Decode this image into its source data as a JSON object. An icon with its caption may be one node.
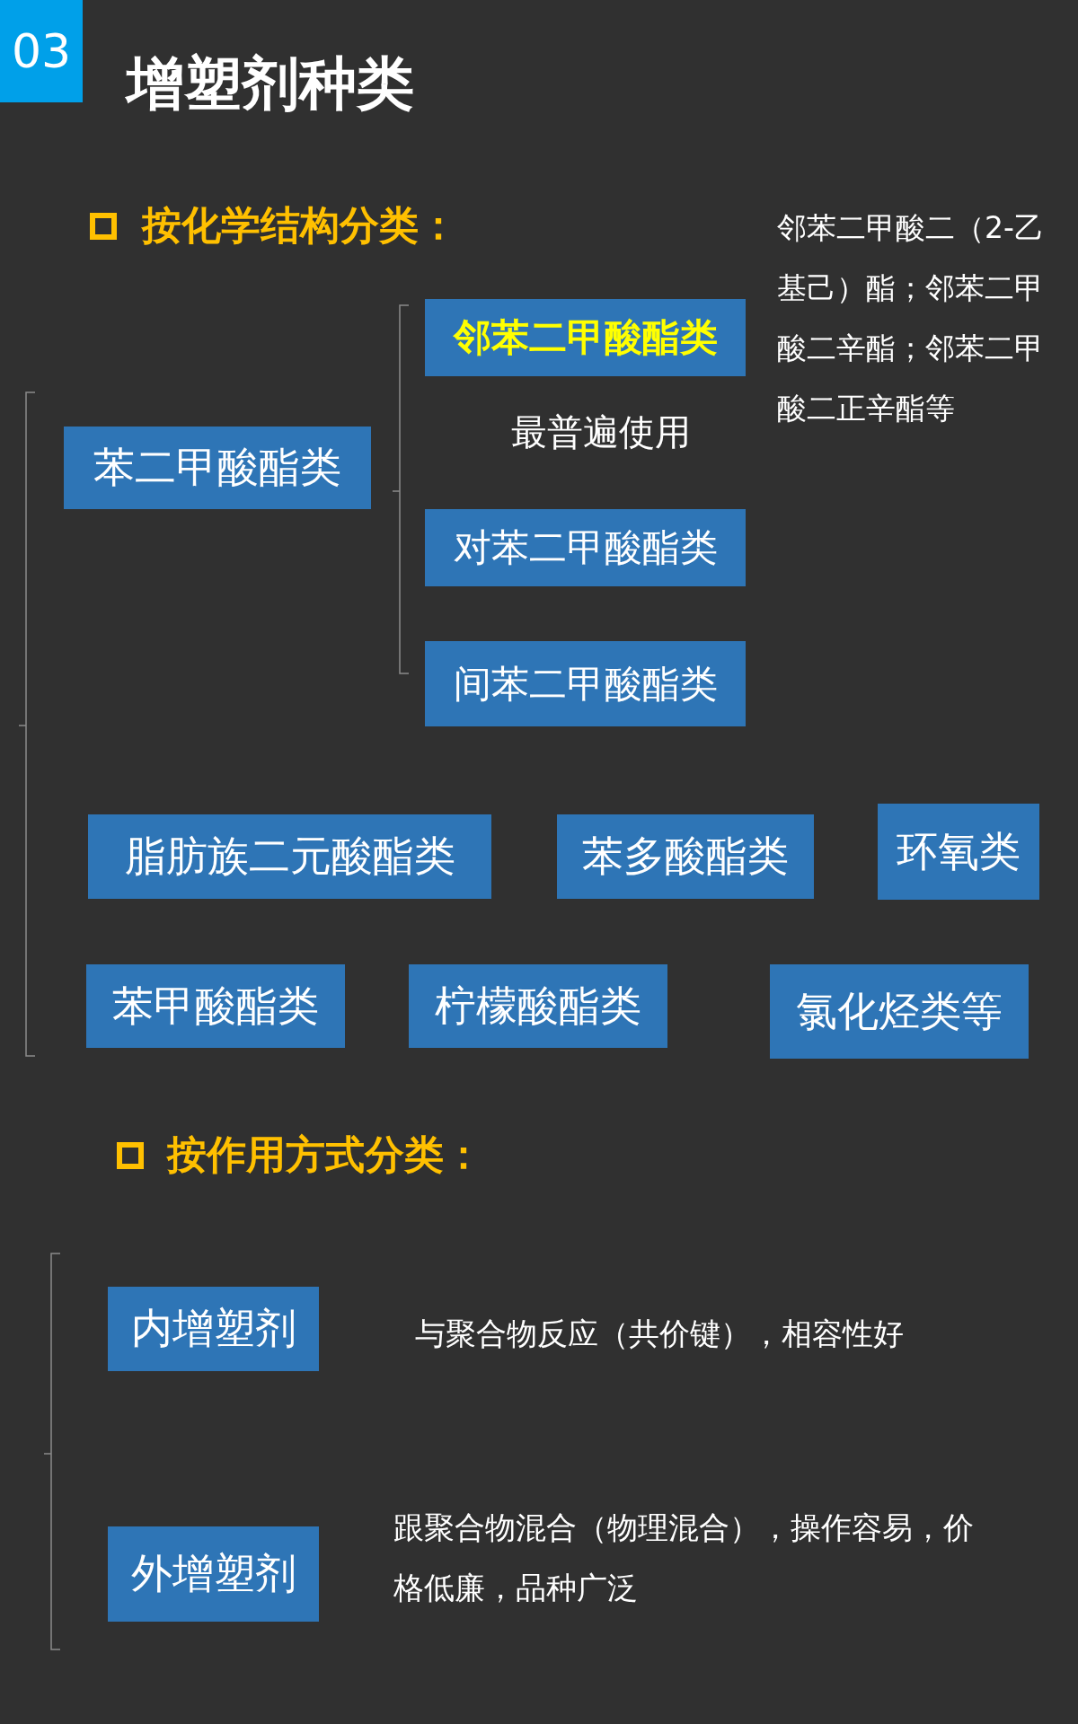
{
  "diagram": {
    "title": "增塑剂种类",
    "nodes": [
      {
        "text": [
          "苯二甲酸酯类"
        ]
      },
      {
        "text": [
          "邻苯二甲酸酯类"
        ],
        "beside": [
          "最普遍使用"
        ]
      },
      {
        "text": [
          "对苯二甲酸酯类"
        ]
      },
      {
        "text": [
          "间苯二甲酸酯类"
        ]
      },
      {
        "text": [
          "脂肪族二元酸酯类"
        ]
      },
      {
        "text": [
          "苯多酸酯类"
        ]
      },
      {
        "text": [
          "环氧类"
        ]
      },
      {
        "text": [
          "苯甲酸酯类"
        ]
      },
      {
        "text": [
          "柠檬酸酯类"
        ]
      },
      {
        "text": [
          "氯化烃类等"
        ]
      },
      {
        "text": [
          "内增塑剂"
        ],
        "beside": [
          "与聚合物反应（共价键），相容性好"
        ]
      },
      {
        "text": [
          "外增塑剂"
        ],
        "beside": [
          "跟聚合物混合（物理混合），操作容易，价格低廉，品种广泛"
        ]
      }
    ],
    "labels": [
      "03",
      "按化学结构分类：",
      "邻苯二甲酸二（2-乙基己）酯；邻苯二甲酸二辛酯；邻苯二甲酸二正辛酯等",
      "按作用方式分类："
    ]
  }
}
